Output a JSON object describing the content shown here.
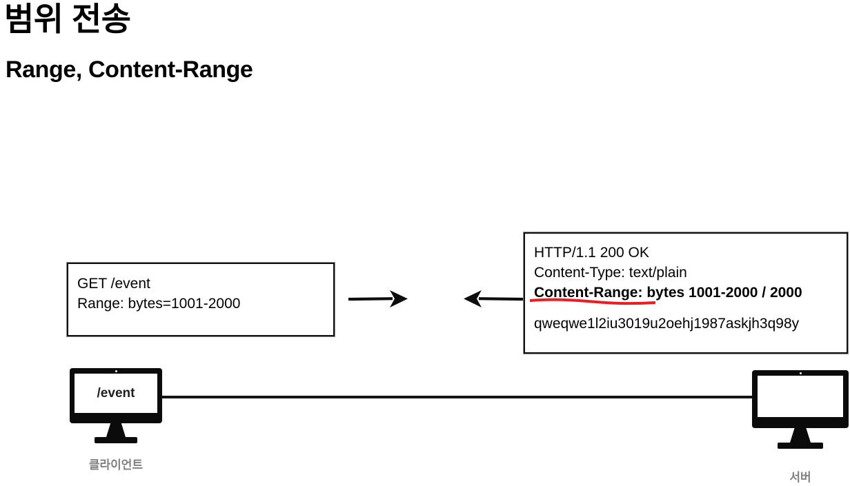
{
  "slide": {
    "title": "범위 전송",
    "subtitle": "Range, Content-Range"
  },
  "request_box": {
    "name": "http-request",
    "lines": [
      "GET /event",
      "Range: bytes=1001-2000"
    ]
  },
  "response_box": {
    "name": "http-response",
    "status_line": "HTTP/1.1 200 OK",
    "content_type_line": "Content-Type: text/plain",
    "content_range_label": "Content-Range:",
    "content_range_value": " bytes 1001-2000 / 2000",
    "body": "qweqwe1l2iu3019u2oehj1987askjh3q98y"
  },
  "arrows": {
    "request_direction": "right",
    "response_direction": "left"
  },
  "client": {
    "screen_label": "/event",
    "caption": "클라이언트"
  },
  "server": {
    "screen_label": "",
    "caption": "서버"
  },
  "colors": {
    "highlight_underline": "#ee1b24",
    "ink": "#000000",
    "caption": "#808080"
  }
}
